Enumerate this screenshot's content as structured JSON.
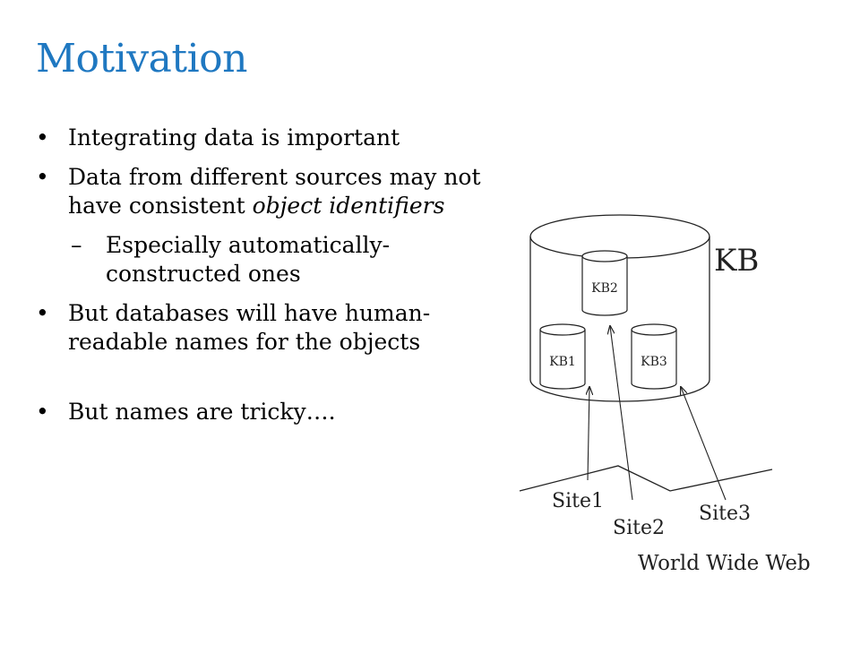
{
  "slide": {
    "title": "Motivation",
    "bullets": [
      {
        "text": "Integrating data is important"
      },
      {
        "text_before": "Data from different sources may not have consistent ",
        "text_italic": "object identifiers"
      },
      {
        "text": "Especially automatically-constructed ones",
        "dash": "–"
      },
      {
        "text": "But databases will have human-readable names for the objects"
      },
      {
        "text": "But names are tricky…."
      }
    ],
    "bullet_glyph": "•",
    "title_color": "#1f78c1"
  },
  "diagram": {
    "kb_label": "KB",
    "databases": [
      "KB1",
      "KB2",
      "KB3"
    ],
    "sites": [
      "Site1",
      "Site2",
      "Site3"
    ],
    "web_label": "World Wide Web"
  }
}
